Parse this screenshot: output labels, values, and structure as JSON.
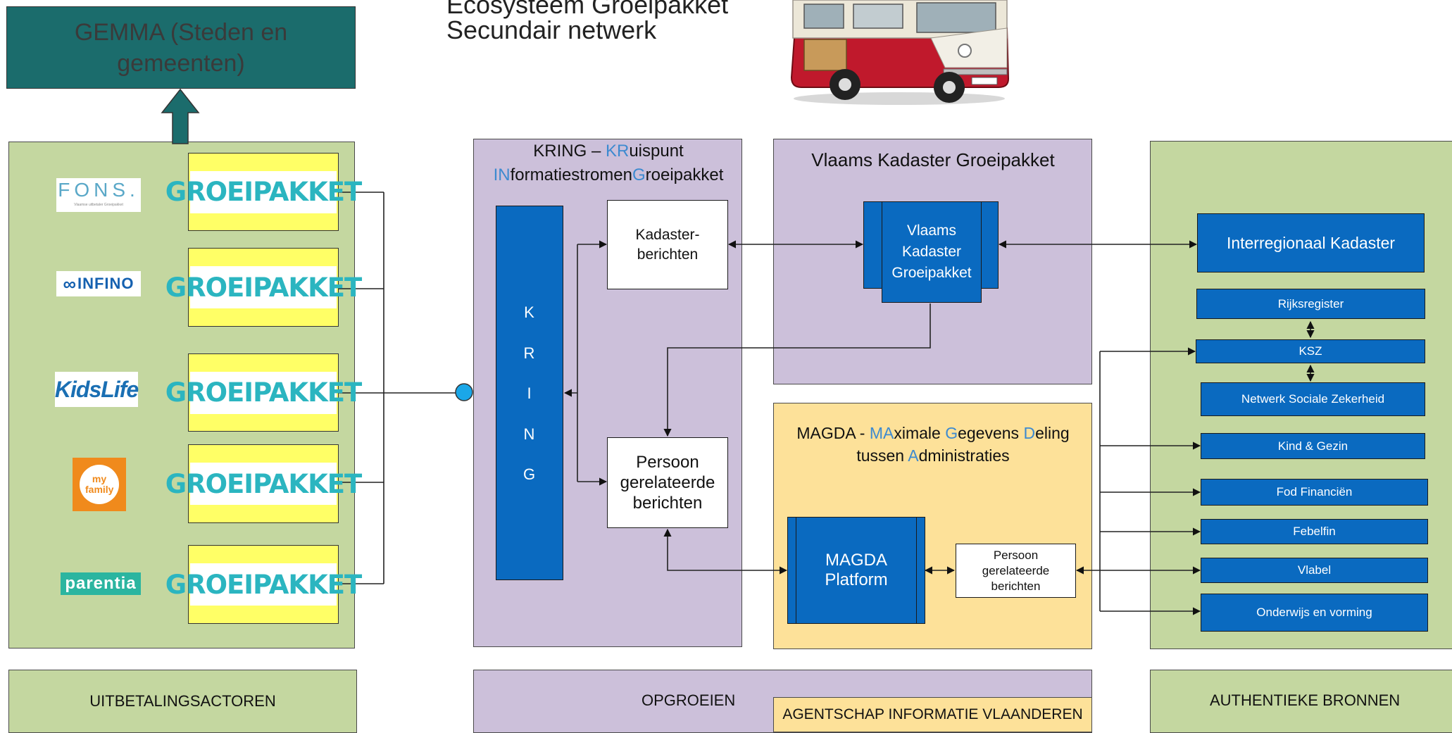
{
  "header": {
    "title_line1": "Ecosysteem Groeipakket",
    "title_line2": "Secundair netwerk",
    "gemma_label": "GEMMA (Steden en gemeenten)"
  },
  "left_panel": {
    "footer": "UITBETALINGSACTOREN",
    "actors": [
      {
        "logo": "FONS.",
        "logo_sub": "Vlaamse uitbetaler Groeipakket",
        "badge": "GROEIPAKKET"
      },
      {
        "logo": "INFINO",
        "badge": "GROEIPAKKET"
      },
      {
        "logo": "KidsLife",
        "badge": "GROEIPAKKET"
      },
      {
        "logo": "my family",
        "badge": "GROEIPAKKET"
      },
      {
        "logo": "parentia",
        "badge": "GROEIPAKKET"
      }
    ]
  },
  "kring_panel": {
    "title_parts": [
      "KRING – ",
      "KR",
      "uispunt ",
      "IN",
      "formatiestromen",
      "G",
      "roeipakket"
    ],
    "kring_letters": [
      "K",
      "R",
      "I",
      "N",
      "G"
    ],
    "kadaster_berichten": "Kadaster-berichten",
    "persoon_berichten": "Persoon gerelateerde berichten"
  },
  "vkg_panel": {
    "title": "Vlaams Kadaster Groeipakket",
    "box": "Vlaams Kadaster Groeipakket"
  },
  "magda_panel": {
    "title_parts": [
      "MAGDA - ",
      "MA",
      "ximale ",
      "G",
      "egevens ",
      "D",
      "eling",
      "tussen ",
      "A",
      "dministraties"
    ],
    "platform": "MAGDA Platform",
    "persoon_berichten": "Persoon gerelateerde berichten"
  },
  "right_panel": {
    "footer": "AUTHENTIEKE BRONNEN",
    "sources": [
      "Interregionaal Kadaster",
      "Rijksregister",
      "KSZ",
      "Netwerk Sociale Zekerheid",
      "Kind & Gezin",
      "Fod Financiën",
      "Febelfin",
      "Vlabel",
      "Onderwijs en vorming"
    ]
  },
  "bottom": {
    "opgroeien": "OPGROEIEN",
    "agentschap": "AGENTSCHAP INFORMATIE VLAANDEREN"
  },
  "colors": {
    "green_panel": "#c4d7a0",
    "purple_panel": "#ccc0da",
    "yellow_panel": "#fde199",
    "blue_box": "#0a6ac0",
    "gemma_box": "#1b6c6c",
    "groeipakket_yellow": "#ffff66",
    "connector_dot": "#1aa7e8"
  }
}
